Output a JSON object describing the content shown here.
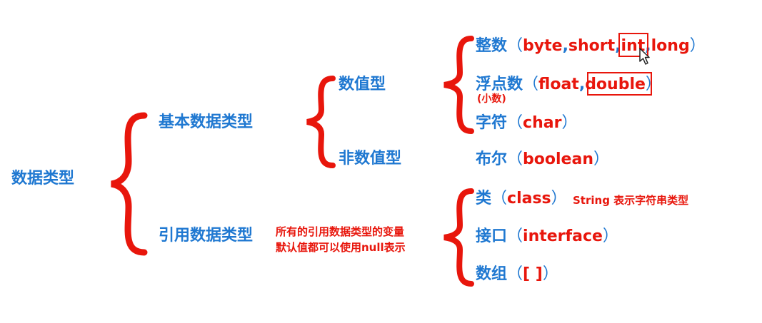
{
  "root": "数据类型",
  "primitive": "基本数据类型",
  "reference": "引用数据类型",
  "numeric": "数值型",
  "non_numeric": "非数值型",
  "integer": {
    "label": "整数",
    "open": "（",
    "t1": "byte",
    "c1": ",",
    "t2": "short",
    "c2": ",",
    "t3": "int",
    "c3": ",",
    "t4": "long",
    "close": "）"
  },
  "float": {
    "label": "浮点数",
    "open": "（",
    "t1": "float",
    "c1": ",",
    "t2": "double",
    "close": "）",
    "note": "(小数)"
  },
  "char": {
    "label": "字符",
    "open": "（",
    "t1": "char",
    "close": "）"
  },
  "boolean": {
    "label": "布尔",
    "open": "（",
    "t1": "boolean",
    "close": "）"
  },
  "class": {
    "label": "类",
    "open": "（",
    "t1": "class",
    "close": "）",
    "note": "String 表示字符串类型"
  },
  "interface": {
    "label": "接口",
    "open": "（",
    "t1": "interface",
    "close": "）"
  },
  "array": {
    "label": "数组",
    "open": "（",
    "t1": "[ ]",
    "close": "）"
  },
  "ref_note": {
    "line1": "所有的引用数据类型的变量",
    "line2": "默认值都可以使用null表示"
  },
  "colors": {
    "blue": "#1f78d1",
    "red": "#e8160c"
  },
  "icons": {
    "cursor": "mouse-pointer-icon"
  }
}
